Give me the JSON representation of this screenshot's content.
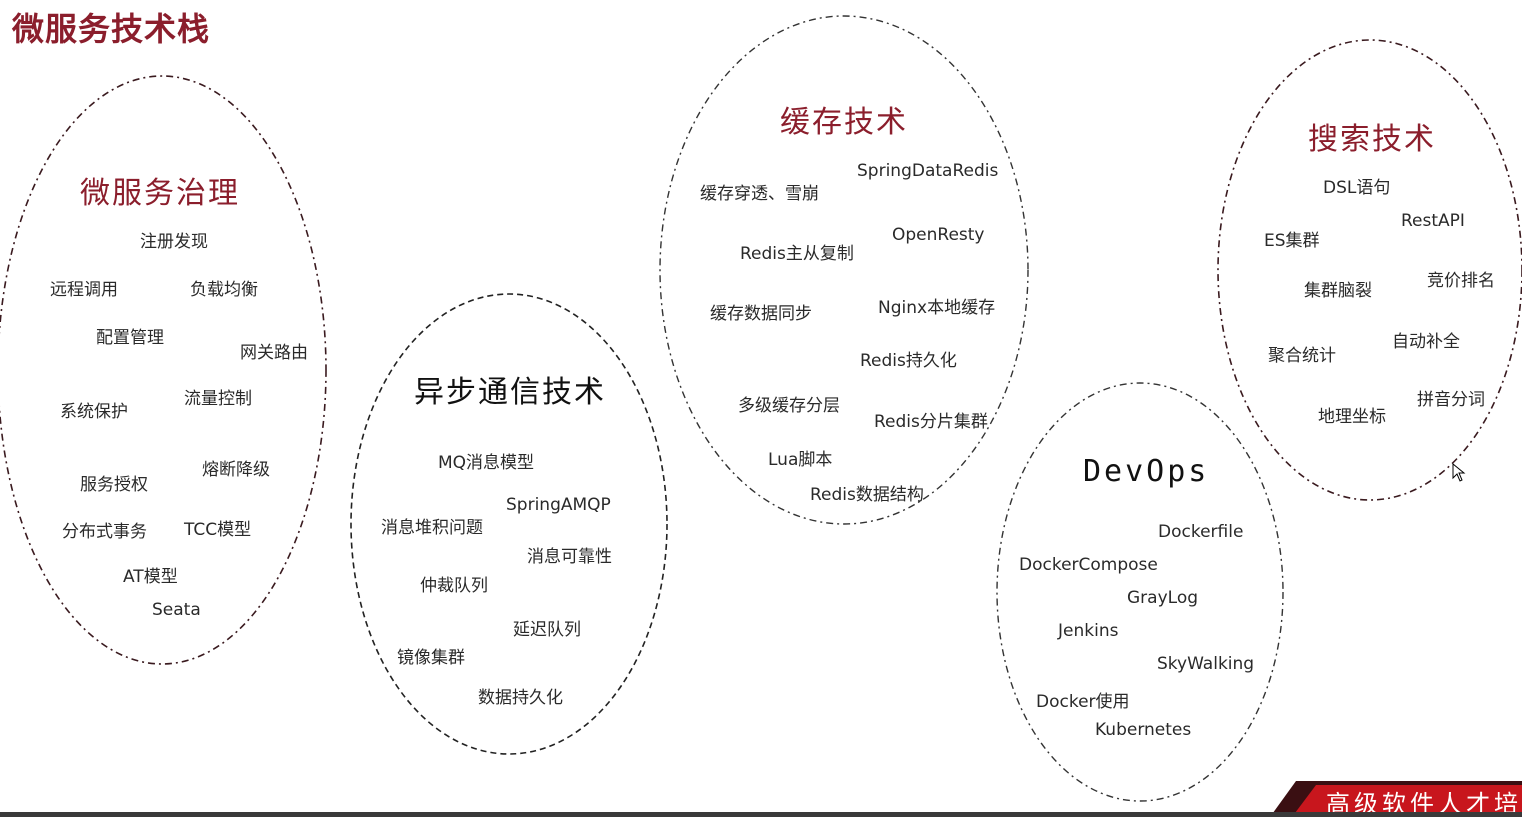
{
  "title": "微服务技术栈",
  "clusters": {
    "governance": {
      "title": "微服务治理",
      "items": [
        "注册发现",
        "远程调用",
        "负载均衡",
        "配置管理",
        "网关路由",
        "系统保护",
        "流量控制",
        "熔断降级",
        "服务授权",
        "分布式事务",
        "TCC模型",
        "AT模型",
        "Seata"
      ]
    },
    "async": {
      "title": "异步通信技术",
      "items": [
        "MQ消息模型",
        "SpringAMQP",
        "消息堆积问题",
        "消息可靠性",
        "仲裁队列",
        "延迟队列",
        "镜像集群",
        "数据持久化"
      ]
    },
    "cache": {
      "title": "缓存技术",
      "items": [
        "SpringDataRedis",
        "缓存穿透、雪崩",
        "OpenResty",
        "Redis主从复制",
        "Nginx本地缓存",
        "缓存数据同步",
        "Redis持久化",
        "多级缓存分层",
        "Redis分片集群",
        "Lua脚本",
        "Redis数据结构"
      ]
    },
    "search": {
      "title": "搜索技术",
      "items": [
        "DSL语句",
        "RestAPI",
        "ES集群",
        "竞价排名",
        "集群脑裂",
        "自动补全",
        "聚合统计",
        "拼音分词",
        "地理坐标"
      ]
    },
    "devops": {
      "title": "DevOps",
      "items": [
        "Dockerfile",
        "DockerCompose",
        "GrayLog",
        "Jenkins",
        "SkyWalking",
        "Docker使用",
        "Kubernetes"
      ]
    }
  },
  "banner": {
    "text": "高级软件人才培"
  },
  "colors": {
    "accent": "#8b1e2c",
    "banner_red": "#c8161d",
    "oval_dark": "#3a1a1f"
  }
}
